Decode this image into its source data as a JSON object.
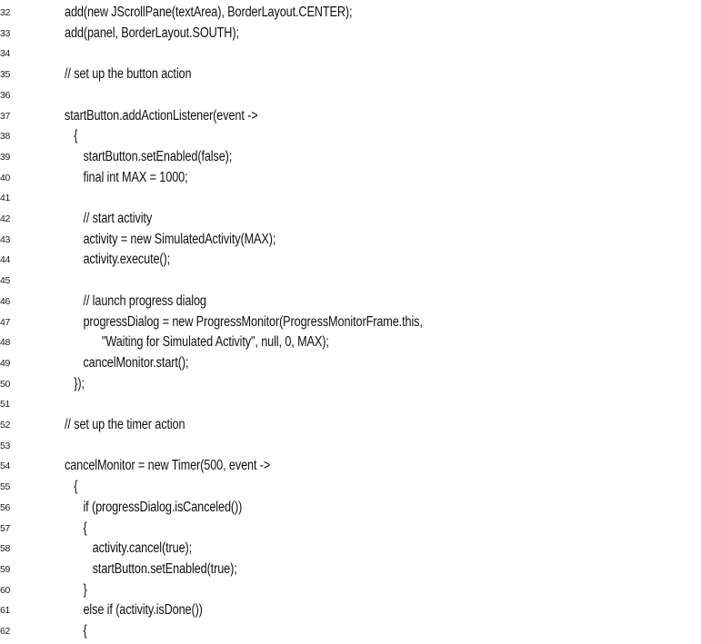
{
  "listing": {
    "lines": [
      {
        "num": "32",
        "text": "add(new JScrollPane(textArea), BorderLayout.CENTER);"
      },
      {
        "num": "33",
        "text": "add(panel, BorderLayout.SOUTH);"
      },
      {
        "num": "34",
        "text": ""
      },
      {
        "num": "35",
        "text": "// set up the button action"
      },
      {
        "num": "36",
        "text": ""
      },
      {
        "num": "37",
        "text": "startButton.addActionListener(event ->"
      },
      {
        "num": "38",
        "text": "   {"
      },
      {
        "num": "39",
        "text": "      startButton.setEnabled(false);"
      },
      {
        "num": "40",
        "text": "      final int MAX = 1000;"
      },
      {
        "num": "41",
        "text": ""
      },
      {
        "num": "42",
        "text": "      // start activity"
      },
      {
        "num": "43",
        "text": "      activity = new SimulatedActivity(MAX);"
      },
      {
        "num": "44",
        "text": "      activity.execute();"
      },
      {
        "num": "45",
        "text": ""
      },
      {
        "num": "46",
        "text": "      // launch progress dialog"
      },
      {
        "num": "47",
        "text": "      progressDialog = new ProgressMonitor(ProgressMonitorFrame.this,"
      },
      {
        "num": "48",
        "text": "            \"Waiting for Simulated Activity\", null, 0, MAX);"
      },
      {
        "num": "49",
        "text": "      cancelMonitor.start();"
      },
      {
        "num": "50",
        "text": "   });"
      },
      {
        "num": "51",
        "text": ""
      },
      {
        "num": "52",
        "text": "// set up the timer action"
      },
      {
        "num": "53",
        "text": ""
      },
      {
        "num": "54",
        "text": "cancelMonitor = new Timer(500, event ->"
      },
      {
        "num": "55",
        "text": "   {"
      },
      {
        "num": "56",
        "text": "      if (progressDialog.isCanceled())"
      },
      {
        "num": "57",
        "text": "      {"
      },
      {
        "num": "58",
        "text": "         activity.cancel(true);"
      },
      {
        "num": "59",
        "text": "         startButton.setEnabled(true);"
      },
      {
        "num": "60",
        "text": "      }"
      },
      {
        "num": "61",
        "text": "      else if (activity.isDone())"
      },
      {
        "num": "62",
        "text": "      {"
      }
    ]
  }
}
